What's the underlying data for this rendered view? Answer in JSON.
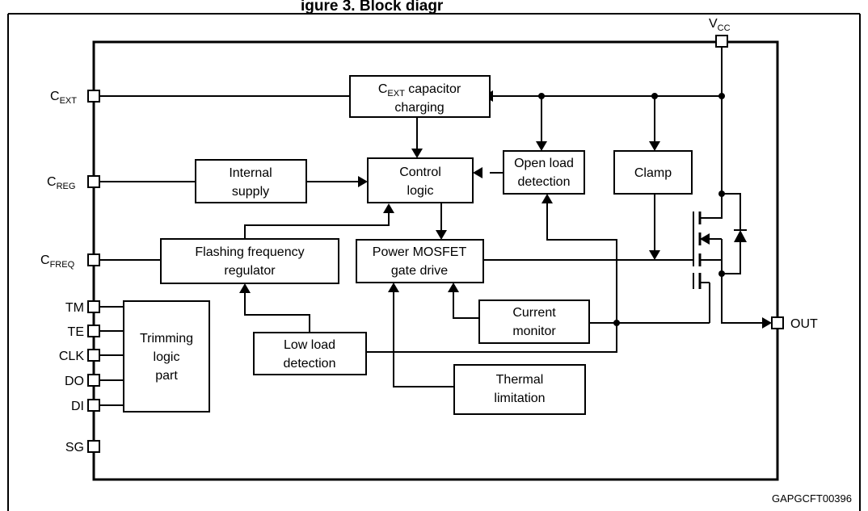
{
  "title_partial": "igure 3. Block diagr",
  "pins": {
    "vcc": {
      "base": "V",
      "sub": "CC"
    },
    "cext": {
      "base": "C",
      "sub": "EXT"
    },
    "creg": {
      "base": "C",
      "sub": "REG"
    },
    "cfreq": {
      "base": "C",
      "sub": "FREQ"
    },
    "tm": "TM",
    "te": "TE",
    "clk": "CLK",
    "do": "DO",
    "di": "DI",
    "sg": "SG",
    "out": "OUT"
  },
  "blocks": {
    "cext_charging": {
      "line1_base": "C",
      "line1_sub": "EXT",
      "line1_rest": " capacitor",
      "line2": "charging"
    },
    "internal_supply": {
      "line1": "Internal",
      "line2": "supply"
    },
    "control_logic": {
      "line1": "Control",
      "line2": "logic"
    },
    "open_load": {
      "line1": "Open load",
      "line2": "detection"
    },
    "clamp": {
      "line1": "Clamp"
    },
    "flashing": {
      "line1": "Flashing frequency",
      "line2": "regulator"
    },
    "power_mosfet": {
      "line1": "Power MOSFET",
      "line2": "gate drive"
    },
    "current_monitor": {
      "line1": "Current",
      "line2": "monitor"
    },
    "trimming": {
      "line1": "Trimming",
      "line2": "logic",
      "line3": "part"
    },
    "low_load": {
      "line1": "Low load",
      "line2": "detection"
    },
    "thermal": {
      "line1": "Thermal",
      "line2": "limitation"
    }
  },
  "figure_code": "GAPGCFT00396"
}
